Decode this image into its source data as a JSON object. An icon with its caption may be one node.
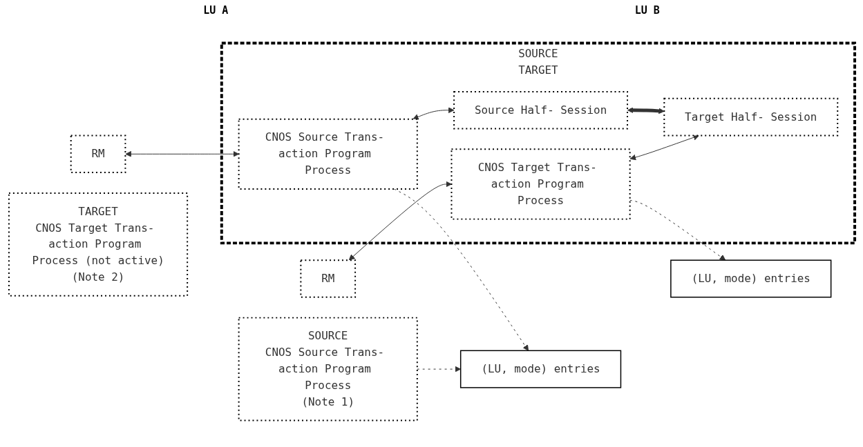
{
  "diagram": {
    "nodes": [
      {
        "text": [
          "SOURCE",
          "CNOS Source Trans- action Program Process",
          "(Note 1)"
        ]
      },
      {
        "text": [
          "(LU, mode) entries"
        ]
      },
      {
        "text": [
          "SOURCE",
          "TARGET"
        ]
      },
      {
        "text": [
          "CNOS Source Trans- action Program Process"
        ],
        "in": 2
      },
      {
        "text": [
          "RM"
        ]
      },
      {
        "text": [
          "Source Half- Session"
        ],
        "in": 2
      },
      {
        "text": [
          "Target Half- Session"
        ],
        "in": 2
      },
      {
        "text": [
          "CNOS Target Trans- action Program Process"
        ],
        "in": 2
      },
      {
        "text": [
          "(LU, mode) entries"
        ]
      },
      {
        "text": [
          "RM"
        ]
      },
      {
        "text": [
          "TARGET",
          "CNOS Target Trans- action Program Process (not active)",
          "(Note 2)"
        ]
      }
    ],
    "edges": [
      {
        "from": 0,
        "to": 1,
        "arrow": "to",
        "style": "dashed"
      },
      {
        "from": 3,
        "to": 1,
        "arrow": "to",
        "style": "dashed"
      },
      {
        "from": 4,
        "to": 3,
        "arrow": "both"
      },
      {
        "from": 3,
        "to": 5,
        "arrow": "both"
      },
      {
        "from": 5,
        "to": 6,
        "arrow": "both",
        "style": "thick"
      },
      {
        "from": 7,
        "to": 6,
        "arrow": "both"
      },
      {
        "from": 9,
        "to": 7,
        "arrow": "both"
      },
      {
        "from": 7,
        "to": 8,
        "arrow": "to",
        "style": "dashed"
      }
    ],
    "labels": [
      "LU A",
      "LU B"
    ]
  }
}
